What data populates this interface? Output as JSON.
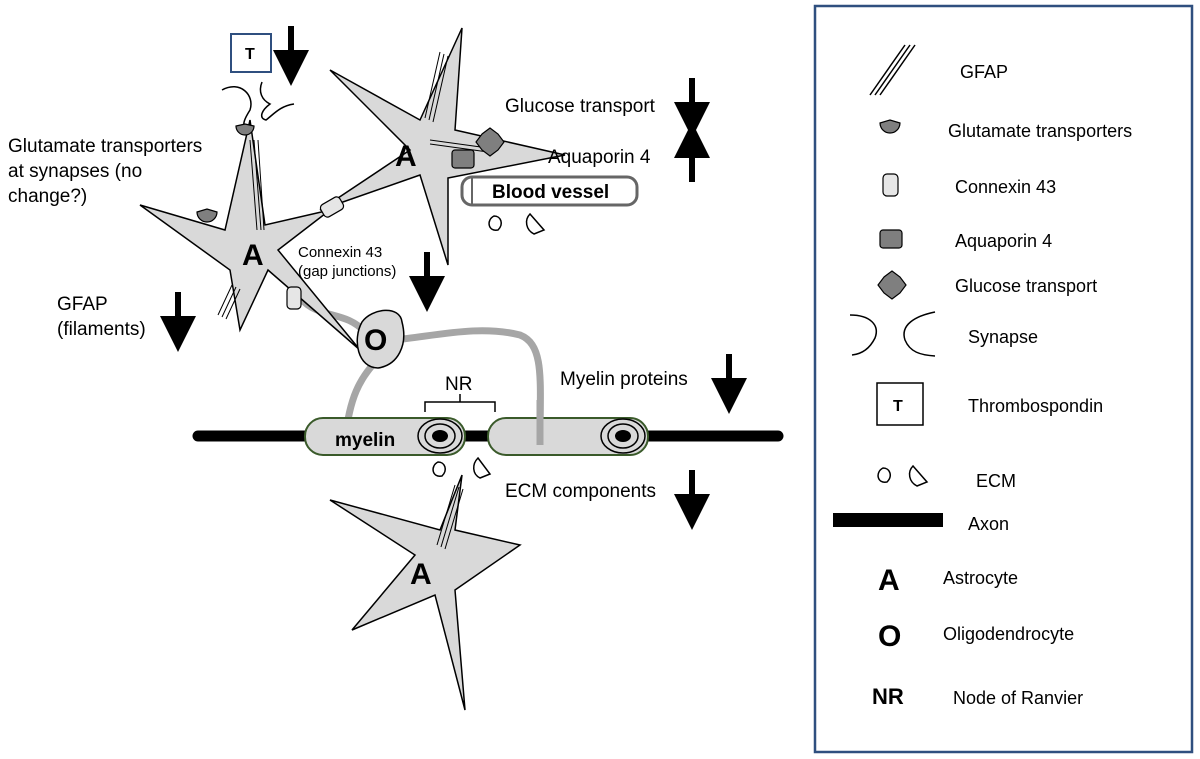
{
  "labels": {
    "astrocyte_letter": "A",
    "oligodendrocyte_letter": "O",
    "thrombospondin_letter": "T",
    "glutamate_transporters": [
      "Glutamate transporters",
      "at synapses (no",
      "change?)"
    ],
    "gfap": [
      "GFAP",
      "(filaments)"
    ],
    "connexin": [
      "Connexin 43",
      "(gap junctions)"
    ],
    "glucose_transport": "Glucose transport",
    "aquaporin": "Aquaporin 4",
    "blood_vessel": "Blood vessel",
    "nr": "NR",
    "myelin": "myelin",
    "myelin_proteins": "Myelin proteins",
    "ecm_components": "ECM components"
  },
  "legend": {
    "items": [
      {
        "icon": "gfap-icon",
        "label": "GFAP"
      },
      {
        "icon": "glutamate-transporter-icon",
        "label": "Glutamate transporters"
      },
      {
        "icon": "connexin-icon",
        "label": "Connexin 43"
      },
      {
        "icon": "aquaporin-icon",
        "label": "Aquaporin 4"
      },
      {
        "icon": "glucose-transport-icon",
        "label": "Glucose transport"
      },
      {
        "icon": "synapse-icon",
        "label": "Synapse"
      },
      {
        "icon": "thrombospondin-icon",
        "label": "Thrombospondin"
      },
      {
        "icon": "ecm-icon",
        "label": "ECM"
      },
      {
        "icon": "axon-icon",
        "label": "Axon"
      },
      {
        "icon": "astrocyte-icon",
        "label": "Astrocyte",
        "glyph": "A"
      },
      {
        "icon": "oligodendrocyte-icon",
        "label": "Oligodendrocyte",
        "glyph": "O"
      },
      {
        "icon": "node-of-ranvier-icon",
        "label": "Node of Ranvier",
        "glyph": "NR"
      }
    ]
  },
  "colors": {
    "cell_fill": "#d9d9d9",
    "protein_fill": "#7f7f7f",
    "process_gray": "#a6a6a6",
    "myelin_border": "#3a5a2a",
    "legend_border": "#2f4f7f"
  }
}
